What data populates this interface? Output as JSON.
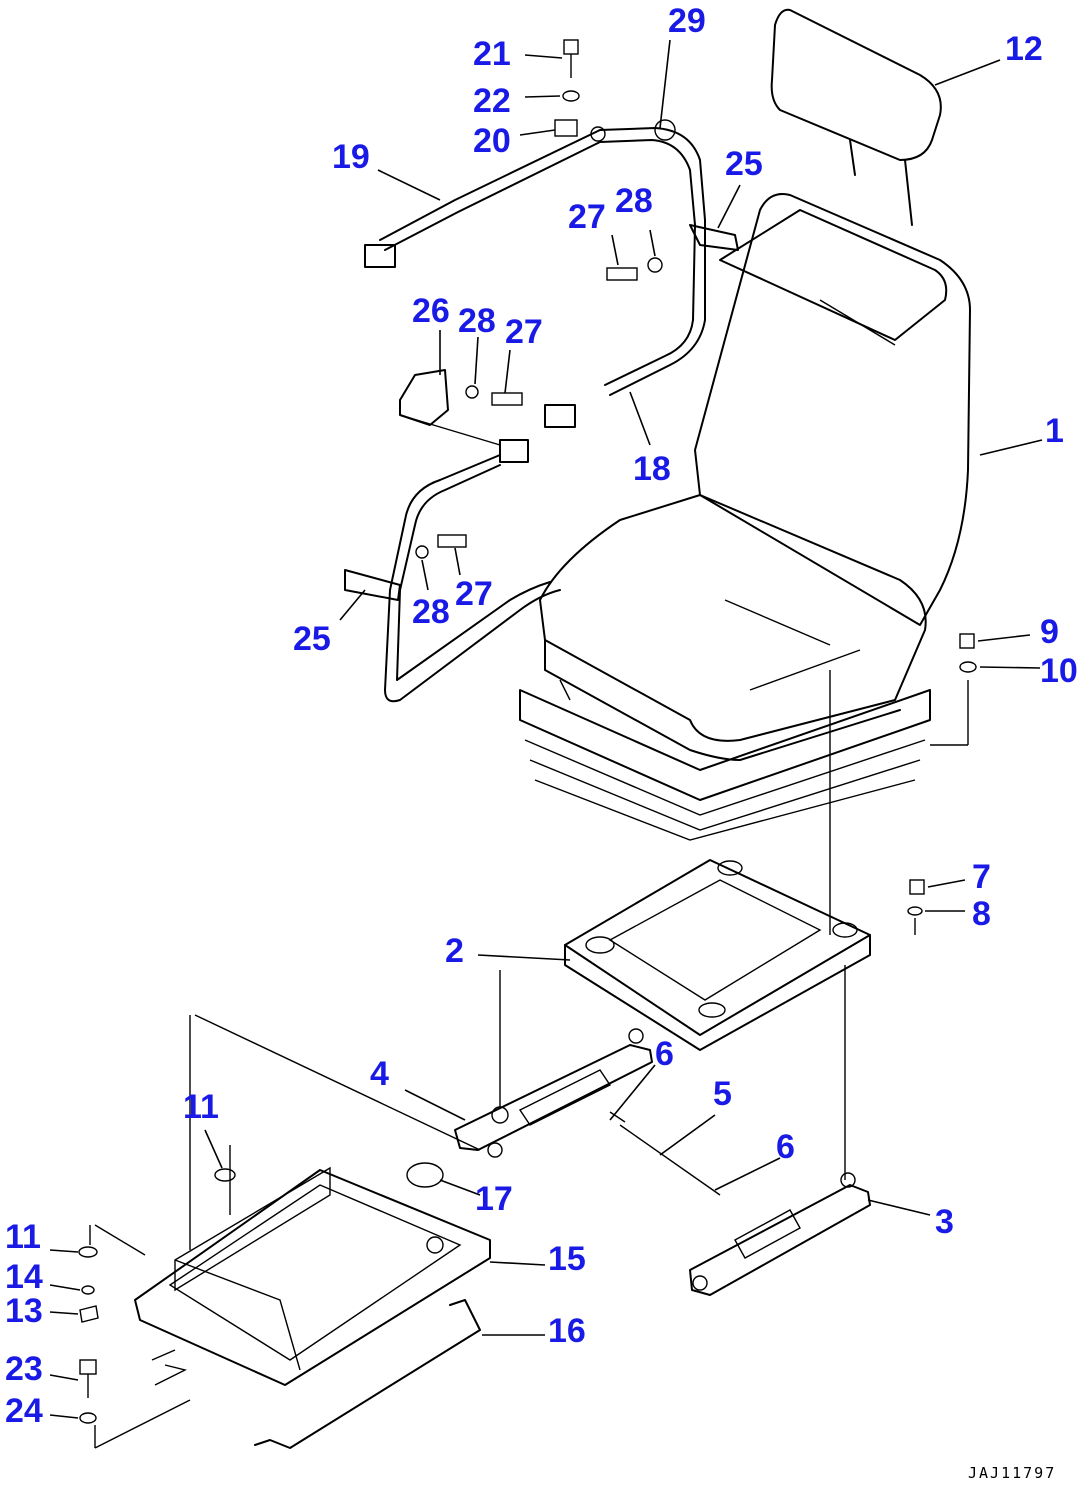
{
  "callouts": [
    {
      "id": "c1",
      "label": "1"
    },
    {
      "id": "c2",
      "label": "2"
    },
    {
      "id": "c3",
      "label": "3"
    },
    {
      "id": "c4",
      "label": "4"
    },
    {
      "id": "c5",
      "label": "5"
    },
    {
      "id": "c6a",
      "label": "6"
    },
    {
      "id": "c6b",
      "label": "6"
    },
    {
      "id": "c7",
      "label": "7"
    },
    {
      "id": "c8",
      "label": "8"
    },
    {
      "id": "c9",
      "label": "9"
    },
    {
      "id": "c10",
      "label": "10"
    },
    {
      "id": "c11a",
      "label": "11"
    },
    {
      "id": "c11b",
      "label": "11"
    },
    {
      "id": "c12",
      "label": "12"
    },
    {
      "id": "c13",
      "label": "13"
    },
    {
      "id": "c14",
      "label": "14"
    },
    {
      "id": "c15",
      "label": "15"
    },
    {
      "id": "c16",
      "label": "16"
    },
    {
      "id": "c17",
      "label": "17"
    },
    {
      "id": "c18",
      "label": "18"
    },
    {
      "id": "c19",
      "label": "19"
    },
    {
      "id": "c20",
      "label": "20"
    },
    {
      "id": "c21",
      "label": "21"
    },
    {
      "id": "c22",
      "label": "22"
    },
    {
      "id": "c23",
      "label": "23"
    },
    {
      "id": "c24",
      "label": "24"
    },
    {
      "id": "c25a",
      "label": "25"
    },
    {
      "id": "c25b",
      "label": "25"
    },
    {
      "id": "c26",
      "label": "26"
    },
    {
      "id": "c27a",
      "label": "27"
    },
    {
      "id": "c27b",
      "label": "27"
    },
    {
      "id": "c27c",
      "label": "27"
    },
    {
      "id": "c28a",
      "label": "28"
    },
    {
      "id": "c28b",
      "label": "28"
    },
    {
      "id": "c28c",
      "label": "28"
    },
    {
      "id": "c29",
      "label": "29"
    }
  ],
  "drawing_code": "JAJ11797",
  "colors": {
    "callout": "#1a1ae6",
    "line": "#000000"
  }
}
